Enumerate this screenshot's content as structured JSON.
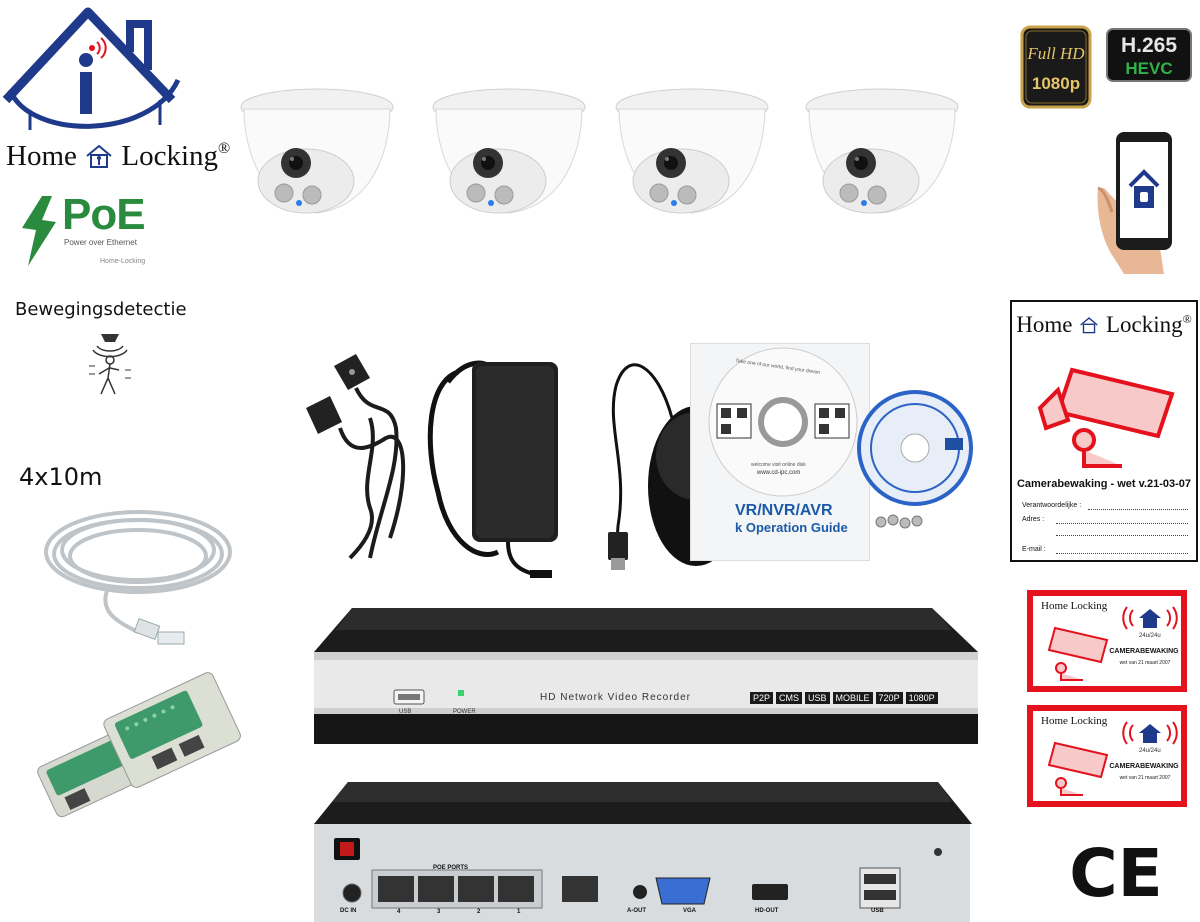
{
  "brand": {
    "name_left": "Home",
    "name_right": "Locking",
    "registered": "®"
  },
  "poe": {
    "label": "PoE",
    "subtitle": "Power over Ethernet",
    "credit": "Home-Locking"
  },
  "features": {
    "motion_detection": "Bewegingsdetectie",
    "cable_length": "4x10m"
  },
  "badges": {
    "fullhd_top": "Full HD",
    "fullhd_bottom": "1080p",
    "codec_top": "H.265",
    "codec_bottom": "HEVC"
  },
  "guide": {
    "title_line1": "VR/NVR/AVR",
    "title_line2": "k Operation Guide",
    "top_text": "Take one of our world, find your dream",
    "qr_caption": "welcome visit online disk",
    "url": "www.cd-ipc.com"
  },
  "sign": {
    "brand_left": "Home",
    "brand_right": "Locking",
    "registered": "®",
    "title": "Camerabewaking - wet v.21-03-07",
    "fields": [
      "Verantwoordelijke :",
      "Adres :",
      "E-mail :"
    ]
  },
  "sticker": {
    "brand": "Home Locking",
    "hours": "24u/24u",
    "title": "CAMERABEWAKING",
    "subtitle": "wet van 21 maart 2007"
  },
  "nvr": {
    "label": "HD Network Video Recorder",
    "features": [
      "P2P",
      "CMS",
      "USB",
      "MOBILE",
      "720P",
      "1080P"
    ],
    "front_usb": "USB",
    "front_power": "POWER",
    "back_ports": {
      "dc_in": "DC IN",
      "poe_ports": "POE PORTS",
      "port_numbers": [
        "4",
        "3",
        "2",
        "1"
      ],
      "audio_out": "A-OUT",
      "vga": "VGA",
      "hd_out": "HD-OUT",
      "usb": "USB"
    }
  },
  "certification": "CE",
  "colors": {
    "logo_blue": "#1f3a8a",
    "accent_red": "#e3121d",
    "poe_green": "#2a8a3e",
    "nvr_black": "#1c1c1c"
  },
  "icons": [
    "house-logo-icon",
    "lightning-icon",
    "motion-sensor-icon",
    "camera-icon",
    "phone-icon",
    "cctv-icon",
    "wifi-icon"
  ]
}
